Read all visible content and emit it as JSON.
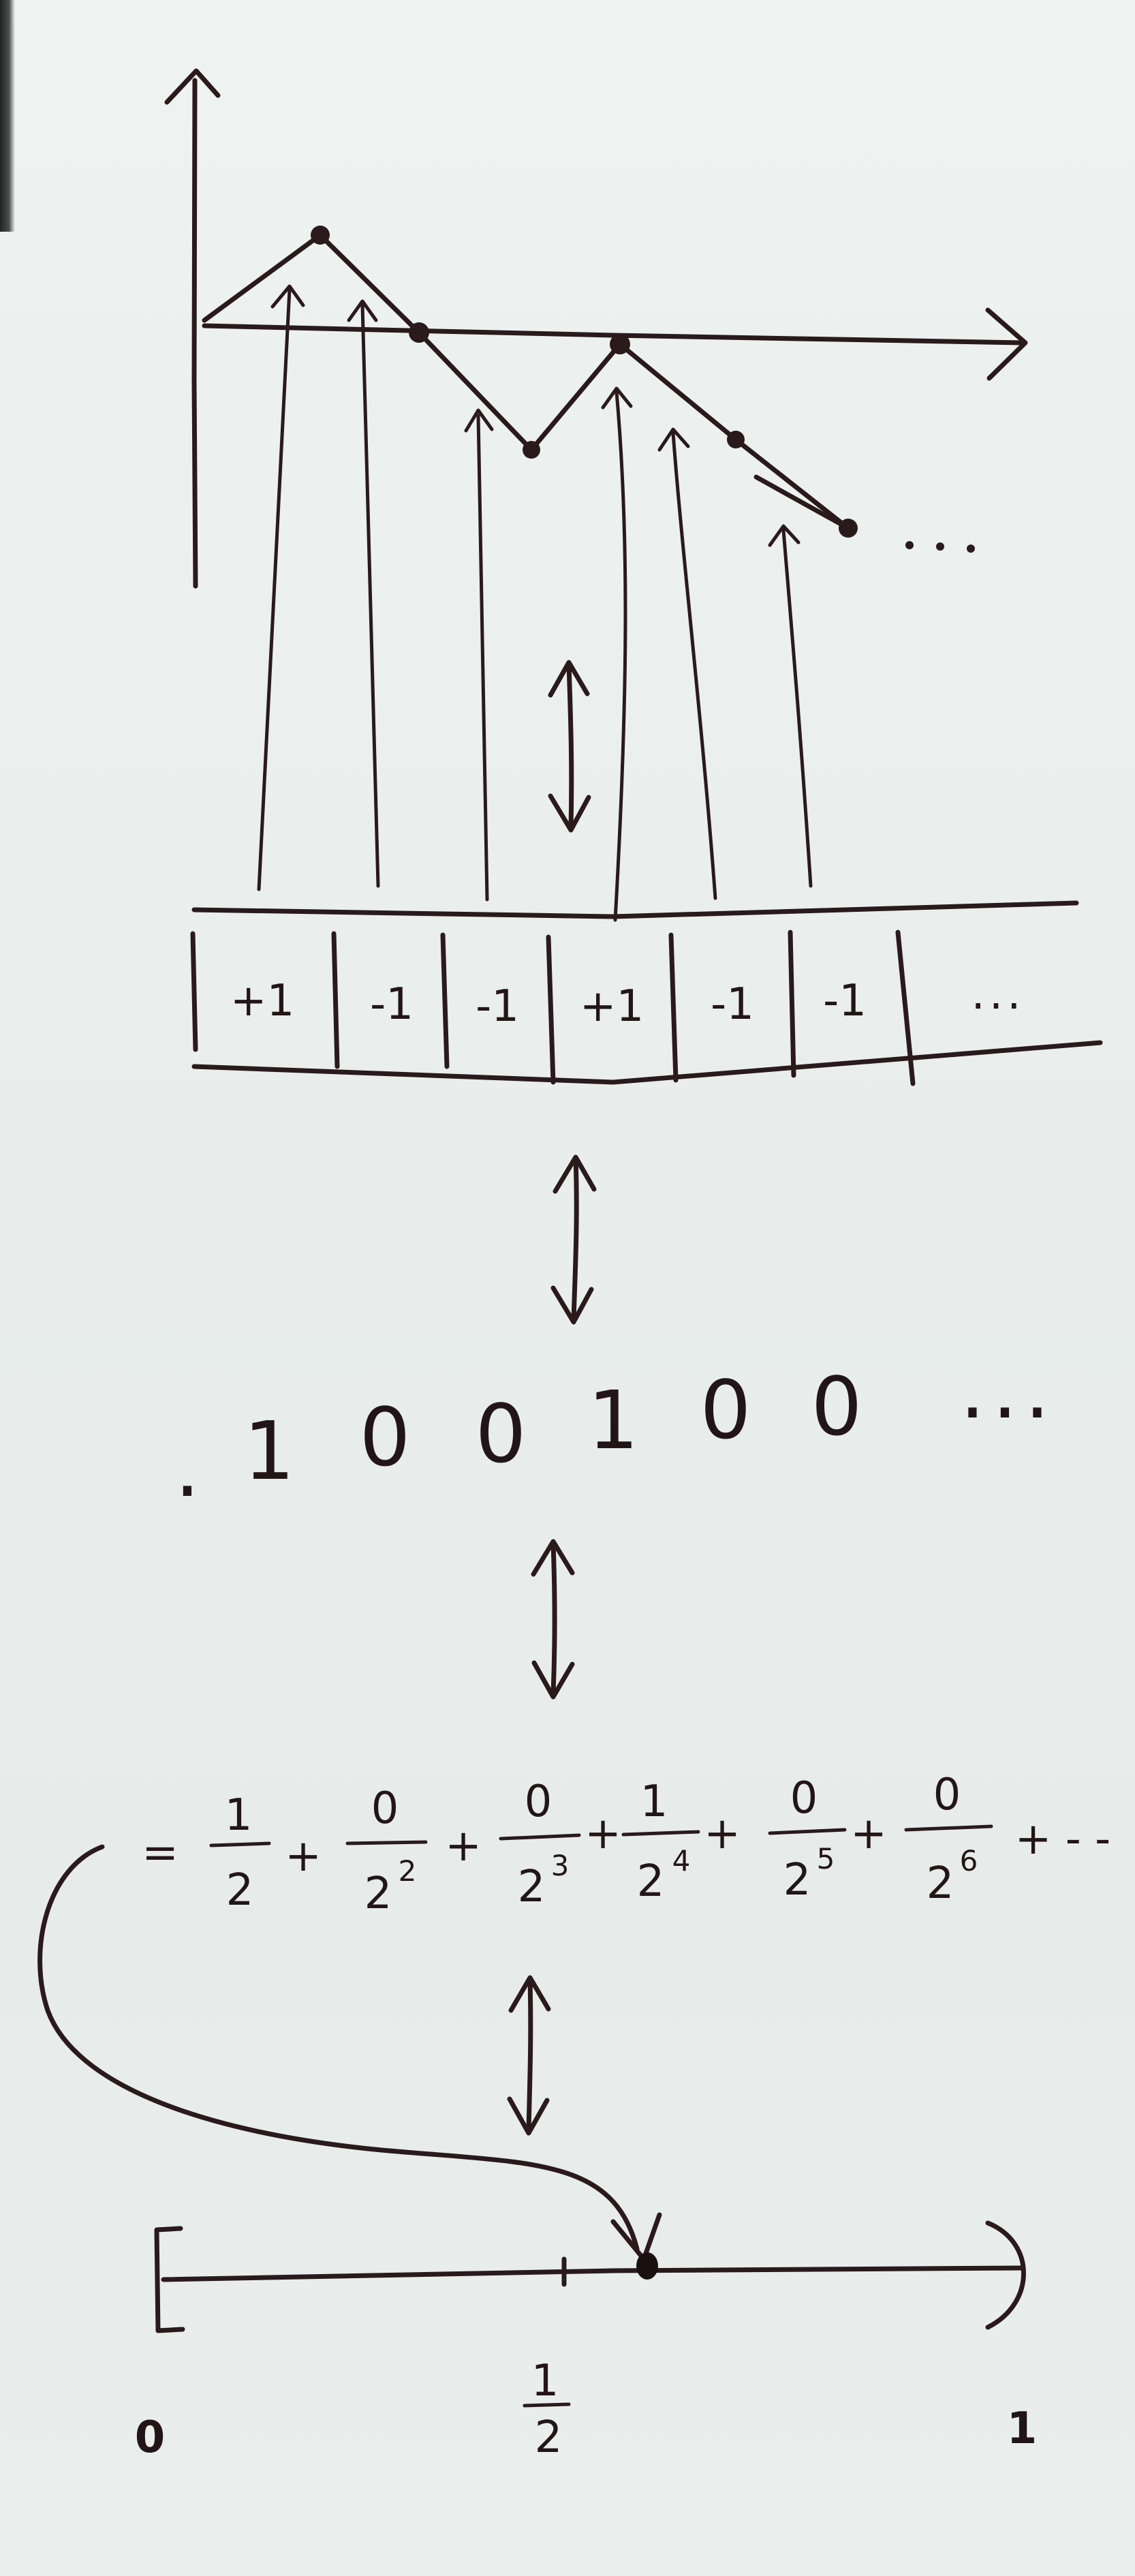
{
  "walk_graph": {
    "trailing_ellipsis": "..."
  },
  "sequence_cells": [
    "+1",
    "-1",
    "-1",
    "+1",
    "-1",
    "-1",
    "..."
  ],
  "binary_expansion": {
    "point": ".",
    "digits": [
      "1",
      "0",
      "0",
      "1",
      "0",
      "0"
    ],
    "ellipsis": "..."
  },
  "series": {
    "leading": "=",
    "terms": [
      {
        "num": "1",
        "den": "2",
        "exp": ""
      },
      {
        "num": "0",
        "den": "2",
        "exp": "2"
      },
      {
        "num": "0",
        "den": "2",
        "exp": "3"
      },
      {
        "num": "1",
        "den": "2",
        "exp": "4"
      },
      {
        "num": "0",
        "den": "2",
        "exp": "5"
      },
      {
        "num": "0",
        "den": "2",
        "exp": "6"
      }
    ],
    "plus": "+",
    "trailing": "+ - -"
  },
  "number_line": {
    "left_label": "0",
    "mid_num": "1",
    "mid_den": "2",
    "right_label": "1"
  },
  "colors": {
    "ink": "#2a1a1c",
    "paper": "#eef1ef"
  }
}
